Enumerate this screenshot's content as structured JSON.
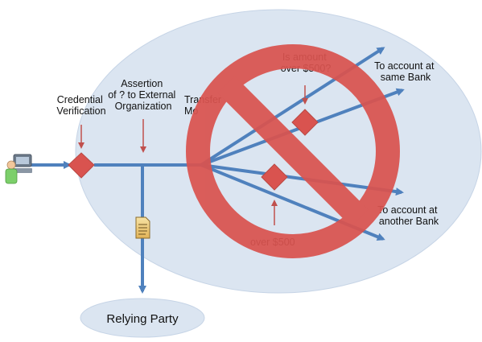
{
  "labels": {
    "credential": [
      "Credential",
      "Verification"
    ],
    "assertion": [
      "Assertion",
      "of ? to External",
      "Organization"
    ],
    "transfer": [
      "Transfer",
      "Mo"
    ],
    "amount": [
      "Is amount",
      "over $500?"
    ],
    "amount_low": "over $500",
    "same_bank": [
      "To account at",
      "same Bank"
    ],
    "another_bank": [
      "To account at",
      "another Bank"
    ],
    "relying_party": "Relying Party"
  },
  "colors": {
    "ellipse": "#dbe5f1",
    "ellipse_stroke": "#c6d4e6",
    "arrow": "#4f81bd",
    "diamond": "#d9534f",
    "small_arrow": "#c0504d",
    "no_sign": "#d9534f",
    "no_sign_stroke": "#c44b47"
  },
  "icons": {
    "user": "user-computer-icon",
    "document": "document-icon",
    "prohibition": "no-sign-icon"
  }
}
